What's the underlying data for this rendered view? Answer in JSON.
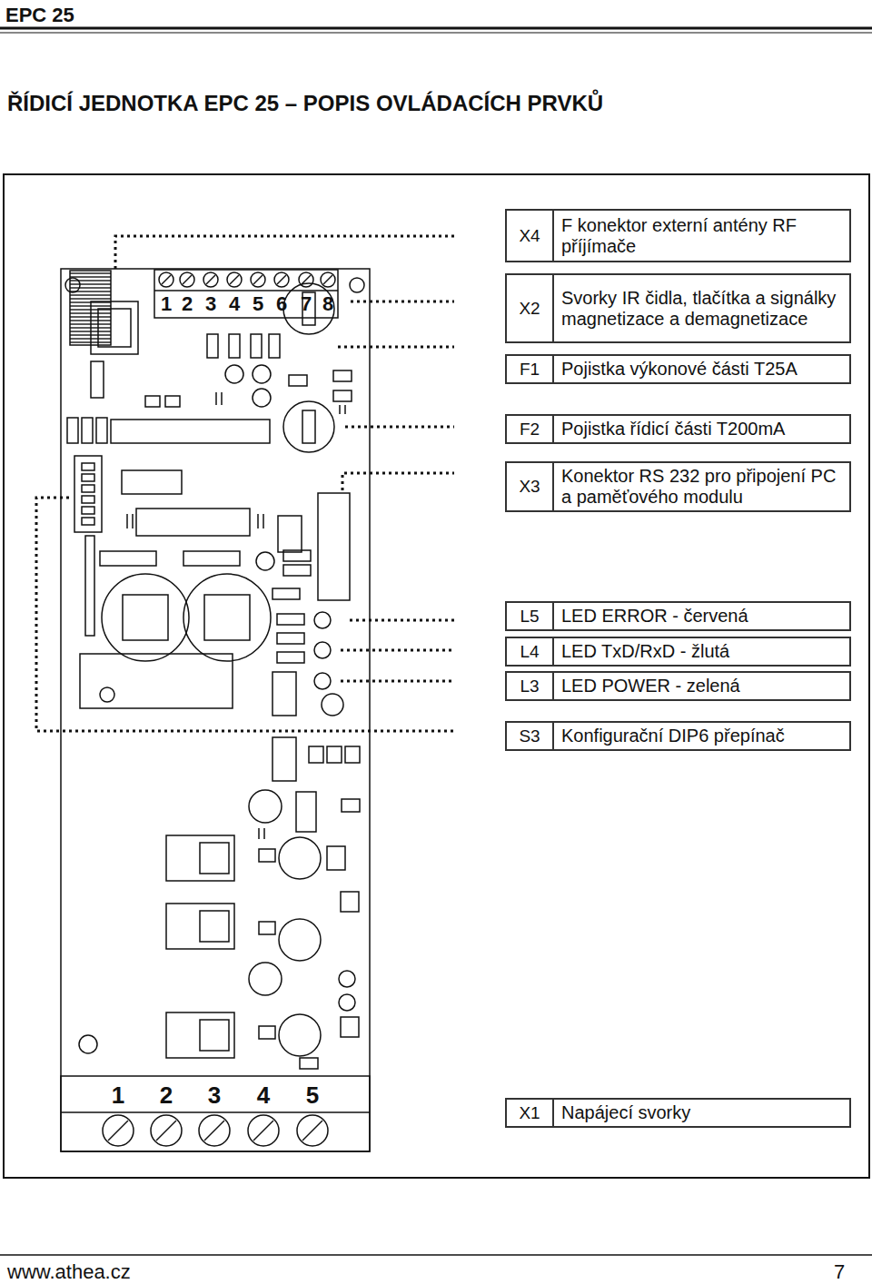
{
  "diagram": {
    "title": "ŘÍDICÍ JEDNOTKA EPC 25 – POPIS OVLÁDACÍCH PRVKŮ",
    "nodes": [
      {
        "text": [
          "X4",
          "F konektor externí antény RF příjímače"
        ]
      },
      {
        "text": [
          "X2",
          "Svorky IR čidla, tlačítka a signálky magnetizace a demagnetizace"
        ]
      },
      {
        "text": [
          "F1",
          "Pojistka výkonové části T25A"
        ]
      },
      {
        "text": [
          "F2",
          "Pojistka řídicí části T200mA"
        ]
      },
      {
        "text": [
          "X3",
          "Konektor RS 232 pro připojení PC a paměťového modulu"
        ]
      },
      {
        "text": [
          "L5",
          "LED ERROR - červená"
        ]
      },
      {
        "text": [
          "L4",
          "LED TxD/RxD - žlutá"
        ]
      },
      {
        "text": [
          "L3",
          "LED POWER - zelená"
        ]
      },
      {
        "text": [
          "S3",
          "Konfigurační DIP6 přepínač"
        ]
      },
      {
        "text": [
          "X1",
          "Napájecí svorky"
        ]
      }
    ],
    "labels": [
      "EPC 25",
      "1",
      "2",
      "3",
      "4",
      "5",
      "6",
      "7",
      "8",
      "1",
      "2",
      "3",
      "4",
      "5",
      "www.athea.cz",
      "7"
    ]
  }
}
